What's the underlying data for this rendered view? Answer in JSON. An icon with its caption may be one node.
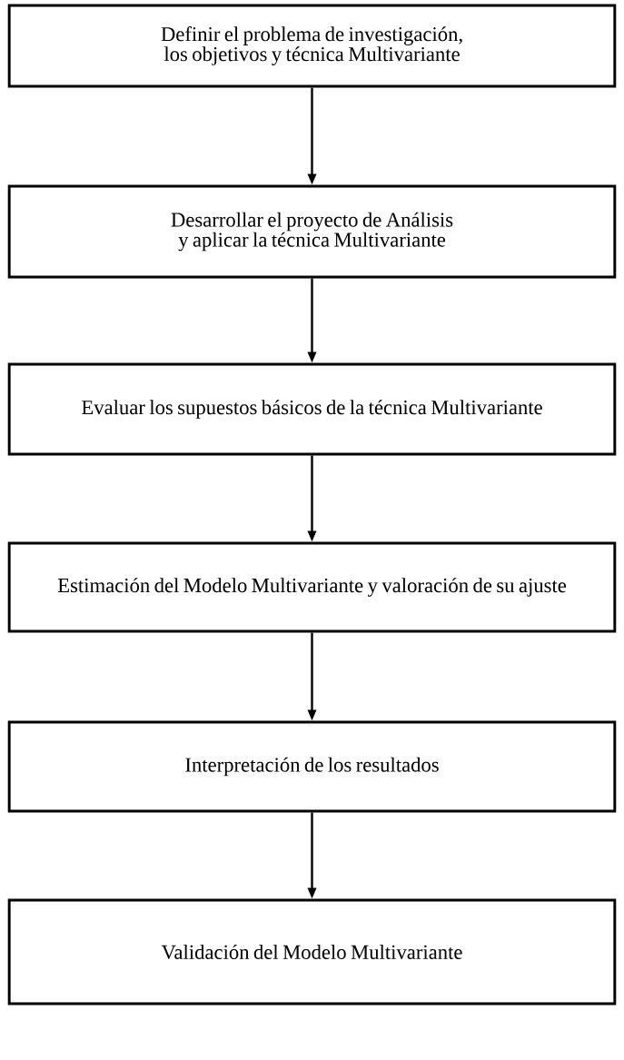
{
  "diagram": {
    "nodes": [
      {
        "text": [
          "Definir el problema de investigación, los objetivos y técnica Multivariante"
        ]
      },
      {
        "text": [
          "Desarrollar el proyecto de Análisis y aplicar la técnica Multivariante"
        ]
      },
      {
        "text": [
          "Evaluar los supuestos básicos de la técnica Multivariante"
        ]
      },
      {
        "text": [
          "Estimación del Modelo Multivariante y valoración de su ajuste"
        ]
      },
      {
        "text": [
          "Interpretación de los resultados"
        ]
      },
      {
        "text": [
          "Validación del Modelo Multivariante"
        ]
      }
    ],
    "edges": [
      {
        "from": 0,
        "to": 1,
        "arrow": "to"
      },
      {
        "from": 1,
        "to": 2,
        "arrow": "to"
      },
      {
        "from": 2,
        "to": 3,
        "arrow": "to"
      },
      {
        "from": 3,
        "to": 4,
        "arrow": "to"
      },
      {
        "from": 4,
        "to": 5,
        "arrow": "to"
      }
    ]
  }
}
